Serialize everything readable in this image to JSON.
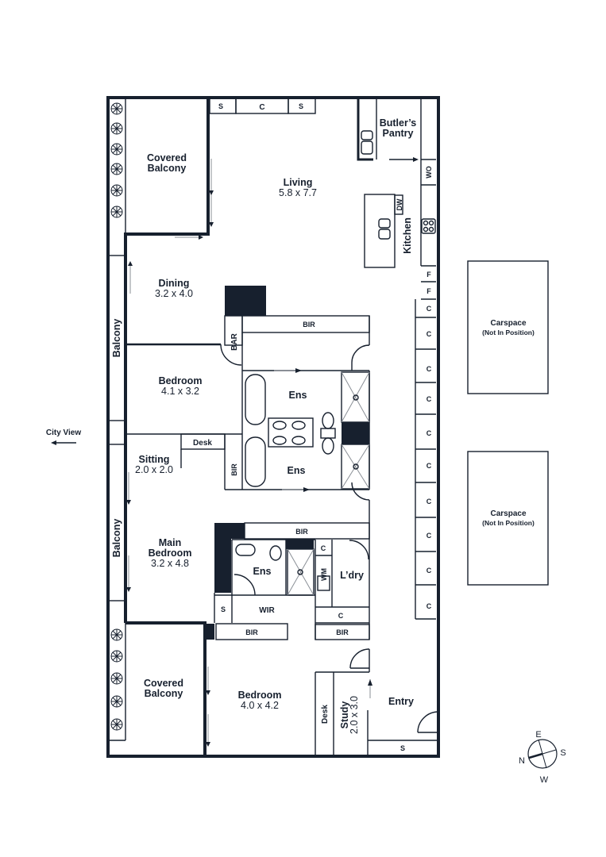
{
  "rooms": {
    "covered_balcony_top": {
      "line1": "Covered",
      "line2": "Balcony"
    },
    "living": {
      "name": "Living",
      "dims": "5.8 x 7.7"
    },
    "butlers_pantry": {
      "line1": "Butler’s",
      "line2": "Pantry"
    },
    "kitchen": {
      "name": "Kitchen"
    },
    "dining": {
      "name": "Dining",
      "dims": "3.2 x 4.0"
    },
    "balcony_upper": {
      "name": "Balcony"
    },
    "bedroom_2": {
      "name": "Bedroom",
      "dims": "4.1 x 3.2"
    },
    "ens_upper": {
      "name": "Ens"
    },
    "ens_middle": {
      "name": "Ens"
    },
    "sitting": {
      "name": "Sitting",
      "dims": "2.0 x 2.0"
    },
    "balcony_lower": {
      "name": "Balcony"
    },
    "main_bedroom": {
      "line1": "Main",
      "line2": "Bedroom",
      "dims": "3.2 x 4.8"
    },
    "ens_main": {
      "name": "Ens"
    },
    "laundry": {
      "name": "L’dry"
    },
    "wir": {
      "name": "WIR"
    },
    "covered_balcony_bottom": {
      "line1": "Covered",
      "line2": "Balcony"
    },
    "bedroom_3": {
      "name": "Bedroom",
      "dims": "4.0 x 4.2"
    },
    "study": {
      "name": "Study",
      "dims": "2.0 x 3.0"
    },
    "entry": {
      "name": "Entry"
    }
  },
  "fixtures": {
    "s": "S",
    "c": "C",
    "f": "F",
    "wo": "WO",
    "dw": "DW",
    "bar": "BAR",
    "bir": "BIR",
    "desk": "Desk",
    "wm": "WM"
  },
  "carspaces": [
    {
      "name": "Carspace",
      "note": "(Not In Position)"
    },
    {
      "name": "Carspace",
      "note": "(Not In Position)"
    }
  ],
  "city_view": "City View",
  "compass": {
    "n": "N",
    "e": "E",
    "s": "S",
    "w": "W"
  }
}
